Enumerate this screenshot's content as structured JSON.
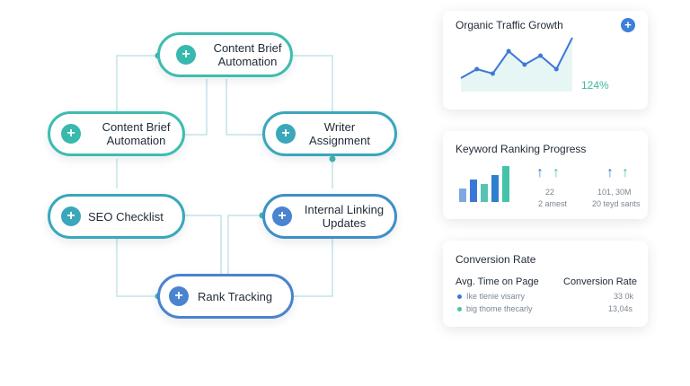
{
  "diagram": {
    "nodes": [
      {
        "id": "n1",
        "label": "Content Brief Automation"
      },
      {
        "id": "n2",
        "label": "Content Brief Automation"
      },
      {
        "id": "n3",
        "label": "Writer Assignment"
      },
      {
        "id": "n4",
        "label": "SEO Checklist"
      },
      {
        "id": "n5",
        "label": "Internal Linking Updates"
      },
      {
        "id": "n6",
        "label": "Rank Tracking"
      }
    ],
    "icon": "plus-icon",
    "colors": {
      "teal": "#3fbcaf",
      "blue": "#4a83cf",
      "line": "#bfe3e6"
    }
  },
  "traffic": {
    "title": "Organic Traffic Growth",
    "percent": "124%",
    "series": [
      3,
      5,
      4,
      9,
      6,
      8,
      5,
      12
    ]
  },
  "keyword": {
    "title": "Keyword Ranking Progress",
    "bars": [
      {
        "value": 3,
        "color": "#7fa8e0"
      },
      {
        "value": 5,
        "color": "#3c78d8"
      },
      {
        "value": 4,
        "color": "#58c2b5"
      },
      {
        "value": 6,
        "color": "#2f7fd0"
      },
      {
        "value": 8,
        "color": "#45c3a8"
      }
    ],
    "stat1": {
      "value": "22",
      "label": "2 amest"
    },
    "stat2": {
      "value": "101­, 30M",
      "label": "20 teyd sants"
    }
  },
  "conversion": {
    "title": "Conversion Rate",
    "col1_header": "Avg. Time on Page",
    "col2_header": "Conversion Rate",
    "rows": [
      {
        "label": "Ike tlenie visarry",
        "value": "33 0k"
      },
      {
        "label": "big thome thecarly",
        "value": "13,04s"
      }
    ]
  }
}
